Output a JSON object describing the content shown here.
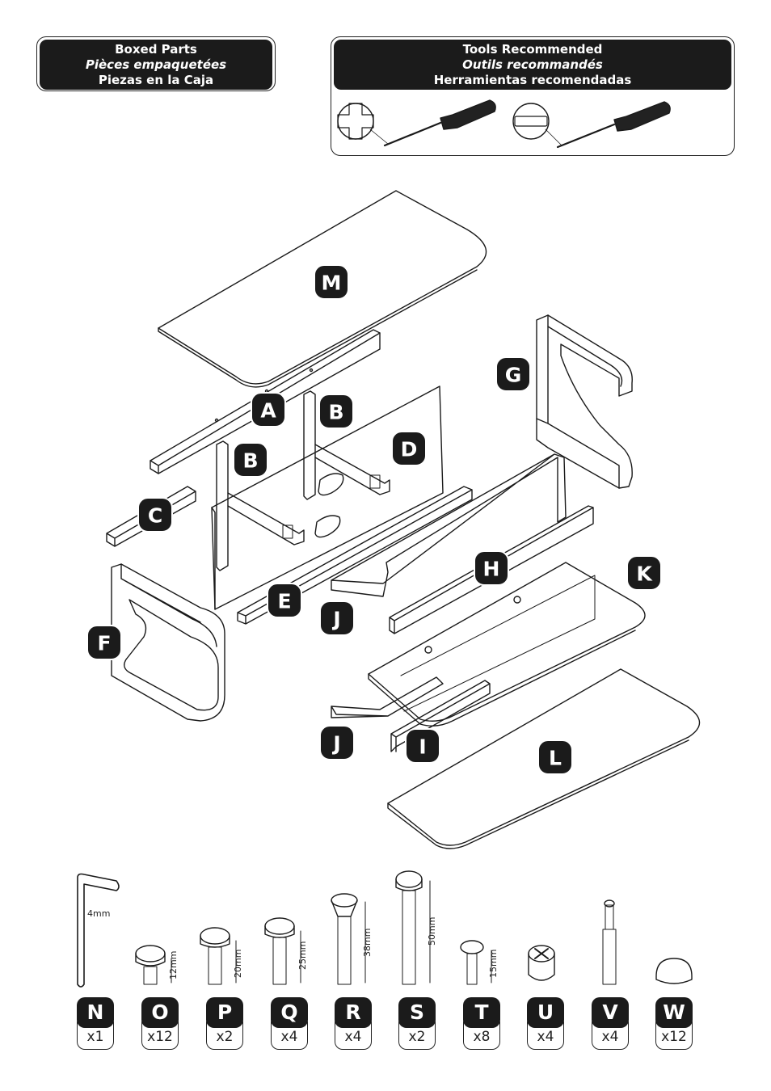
{
  "boxed_parts": {
    "line_en": "Boxed Parts",
    "line_fr": "Pièces empaquetées",
    "line_es": "Piezas en la Caja"
  },
  "tools_recommended": {
    "line_en": "Tools Recommended",
    "line_fr": "Outils recommandés",
    "line_es": "Herramientas recomendadas",
    "tools": [
      "phillips-screwdriver-icon",
      "flathead-screwdriver-icon"
    ]
  },
  "panel_labels": {
    "A": "A",
    "B1": "B",
    "B2": "B",
    "C": "C",
    "D": "D",
    "E": "E",
    "F": "F",
    "G": "G",
    "H": "H",
    "I": "I",
    "J1": "J",
    "J2": "J",
    "K": "K",
    "L": "L",
    "M": "M"
  },
  "hardware": [
    {
      "letter": "N",
      "qty": "x1",
      "size": "4mm"
    },
    {
      "letter": "O",
      "qty": "x12",
      "size": "12mm"
    },
    {
      "letter": "P",
      "qty": "x2",
      "size": "20mm"
    },
    {
      "letter": "Q",
      "qty": "x4",
      "size": "25mm"
    },
    {
      "letter": "R",
      "qty": "x4",
      "size": "38mm"
    },
    {
      "letter": "S",
      "qty": "x2",
      "size": "50mm"
    },
    {
      "letter": "T",
      "qty": "x8",
      "size": "15mm"
    },
    {
      "letter": "U",
      "qty": "x4",
      "size": ""
    },
    {
      "letter": "V",
      "qty": "x4",
      "size": ""
    },
    {
      "letter": "W",
      "qty": "x12",
      "size": ""
    }
  ]
}
